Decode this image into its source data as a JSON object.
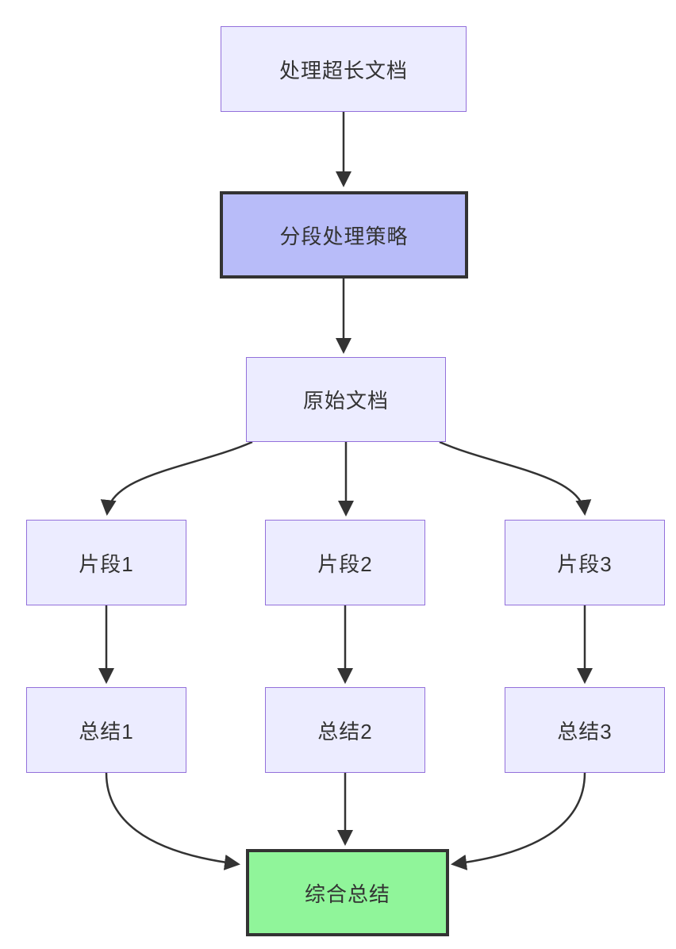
{
  "diagram": {
    "type": "flowchart",
    "direction": "top-down",
    "nodes": [
      {
        "id": "long-doc",
        "label": "处理超长文档",
        "style": "default"
      },
      {
        "id": "segment-strategy",
        "label": "分段处理策略",
        "style": "highlight-purple"
      },
      {
        "id": "original-doc",
        "label": "原始文档",
        "style": "default"
      },
      {
        "id": "fragment-1",
        "label": "片段1",
        "style": "default"
      },
      {
        "id": "fragment-2",
        "label": "片段2",
        "style": "default"
      },
      {
        "id": "fragment-3",
        "label": "片段3",
        "style": "default"
      },
      {
        "id": "summary-1",
        "label": "总结1",
        "style": "default"
      },
      {
        "id": "summary-2",
        "label": "总结2",
        "style": "default"
      },
      {
        "id": "summary-3",
        "label": "总结3",
        "style": "default"
      },
      {
        "id": "final-summary",
        "label": "综合总结",
        "style": "highlight-green"
      }
    ],
    "edges": [
      {
        "from": "long-doc",
        "to": "segment-strategy"
      },
      {
        "from": "segment-strategy",
        "to": "original-doc"
      },
      {
        "from": "original-doc",
        "to": "fragment-1"
      },
      {
        "from": "original-doc",
        "to": "fragment-2"
      },
      {
        "from": "original-doc",
        "to": "fragment-3"
      },
      {
        "from": "fragment-1",
        "to": "summary-1"
      },
      {
        "from": "fragment-2",
        "to": "summary-2"
      },
      {
        "from": "fragment-3",
        "to": "summary-3"
      },
      {
        "from": "summary-1",
        "to": "final-summary"
      },
      {
        "from": "summary-2",
        "to": "final-summary"
      },
      {
        "from": "summary-3",
        "to": "final-summary"
      }
    ],
    "colors": {
      "node_fill": "#ECECFF",
      "node_border": "#9370DB",
      "highlight_purple_fill": "#b8bcf9",
      "highlight_green_fill": "#90f59a",
      "highlight_border": "#333333",
      "edge_stroke": "#333333",
      "text": "#333333",
      "background": "#ffffff"
    }
  }
}
